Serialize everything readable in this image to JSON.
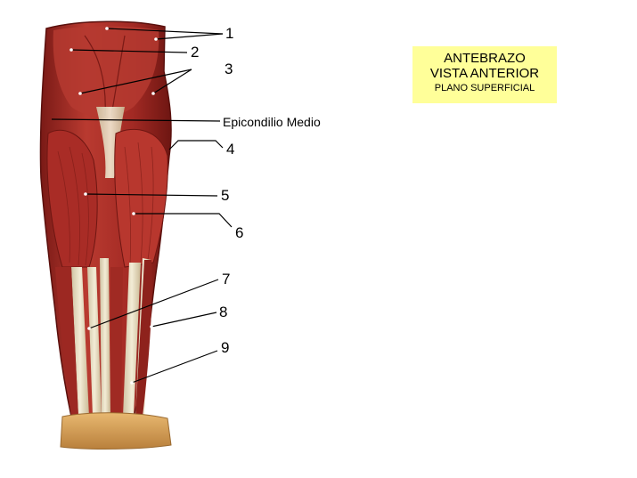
{
  "title": {
    "line1": "ANTEBRAZO",
    "line2": "VISTA ANTERIOR",
    "line3": "PLANO SUPERFICIAL"
  },
  "labels": {
    "n1": "1",
    "n2": "2",
    "n3": "3",
    "epicondilo": "Epicondilio Medio",
    "n4": "4",
    "n5": "5",
    "n6": "6",
    "n7": "7",
    "n8": "8",
    "n9": "9"
  },
  "colors": {
    "title_bg": "#ffff99",
    "muscle": "#b0302a",
    "muscle_dark": "#7a1a16",
    "tendon": "#e8dcc0",
    "bone_base": "#d9a45a"
  },
  "illustration": "forearm-muscles-anterior-superficial"
}
